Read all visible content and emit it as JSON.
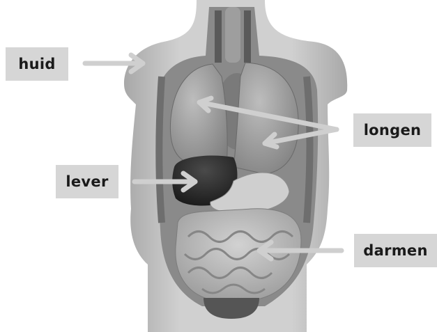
{
  "labels": {
    "huid": "huid",
    "longen": "longen",
    "lever": "lever",
    "darmen": "darmen"
  },
  "colors": {
    "label_bg": "#d6d6d6",
    "arrow": "#cfcfcf",
    "skin": "#c9c9c9",
    "body_cavity": "#8a8a8a",
    "lungs": "#a9a9a9",
    "liver": "#2c2c2c",
    "stomach": "#cfcfcf",
    "intestines": "#b5b5b5"
  }
}
